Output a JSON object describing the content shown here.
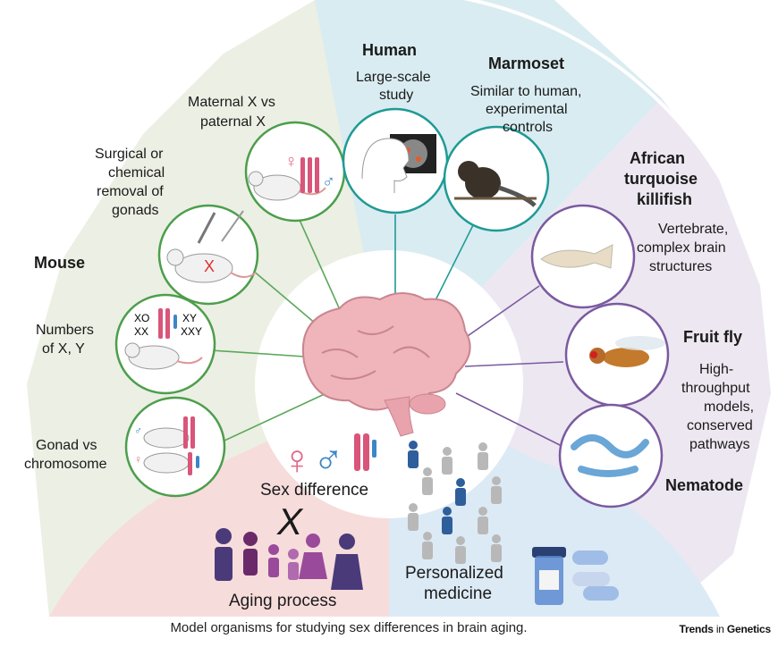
{
  "labels": {
    "human": "Human",
    "human_desc": [
      "Large-scale",
      "study"
    ],
    "marmoset": "Marmoset",
    "marmoset_desc": [
      "Similar to human,",
      "experimental",
      "controls"
    ],
    "killifish": [
      "African",
      "turquoise",
      "killifish"
    ],
    "killifish_desc": [
      "Vertebrate,",
      "complex brain",
      "structures"
    ],
    "fruitfly": "Fruit fly",
    "fruitfly_desc": [
      "High-",
      "throughput",
      "models,",
      "conserved",
      "pathways"
    ],
    "nematode": "Nematode",
    "mouse": "Mouse",
    "maternal": [
      "Maternal X vs",
      "paternal X"
    ],
    "surgical": [
      "Surgical or",
      "chemical",
      "removal of",
      "gonads"
    ],
    "numbers": [
      "Numbers",
      "of X, Y"
    ],
    "gonad": [
      "Gonad vs",
      "chromosome"
    ],
    "sex_diff": "Sex difference",
    "cross": "X",
    "aging": "Aging process",
    "personalized": [
      "Personalized",
      "medicine"
    ],
    "karyo_left": [
      "XO",
      "XX"
    ],
    "karyo_right": [
      "XY",
      "XXY"
    ],
    "surgical_mark": "X"
  },
  "caption": "Model organisms for studying sex differences in brain aging.",
  "journal": {
    "bold": "Trends",
    "light": " in ",
    "bold2": "Genetics"
  },
  "colors": {
    "mouse_sector": "#ecefe3",
    "primate_sector": "#d9ecf1",
    "invert_sector": "#ede7f1",
    "aging_sector": "#f7dcdc",
    "medicine_sector": "#dceaf5",
    "mouse_ring": "#4c9e4c",
    "primate_ring": "#1f9a95",
    "invert_ring": "#7a5aa0",
    "female": "#e26a8a",
    "male": "#3d86c6"
  }
}
